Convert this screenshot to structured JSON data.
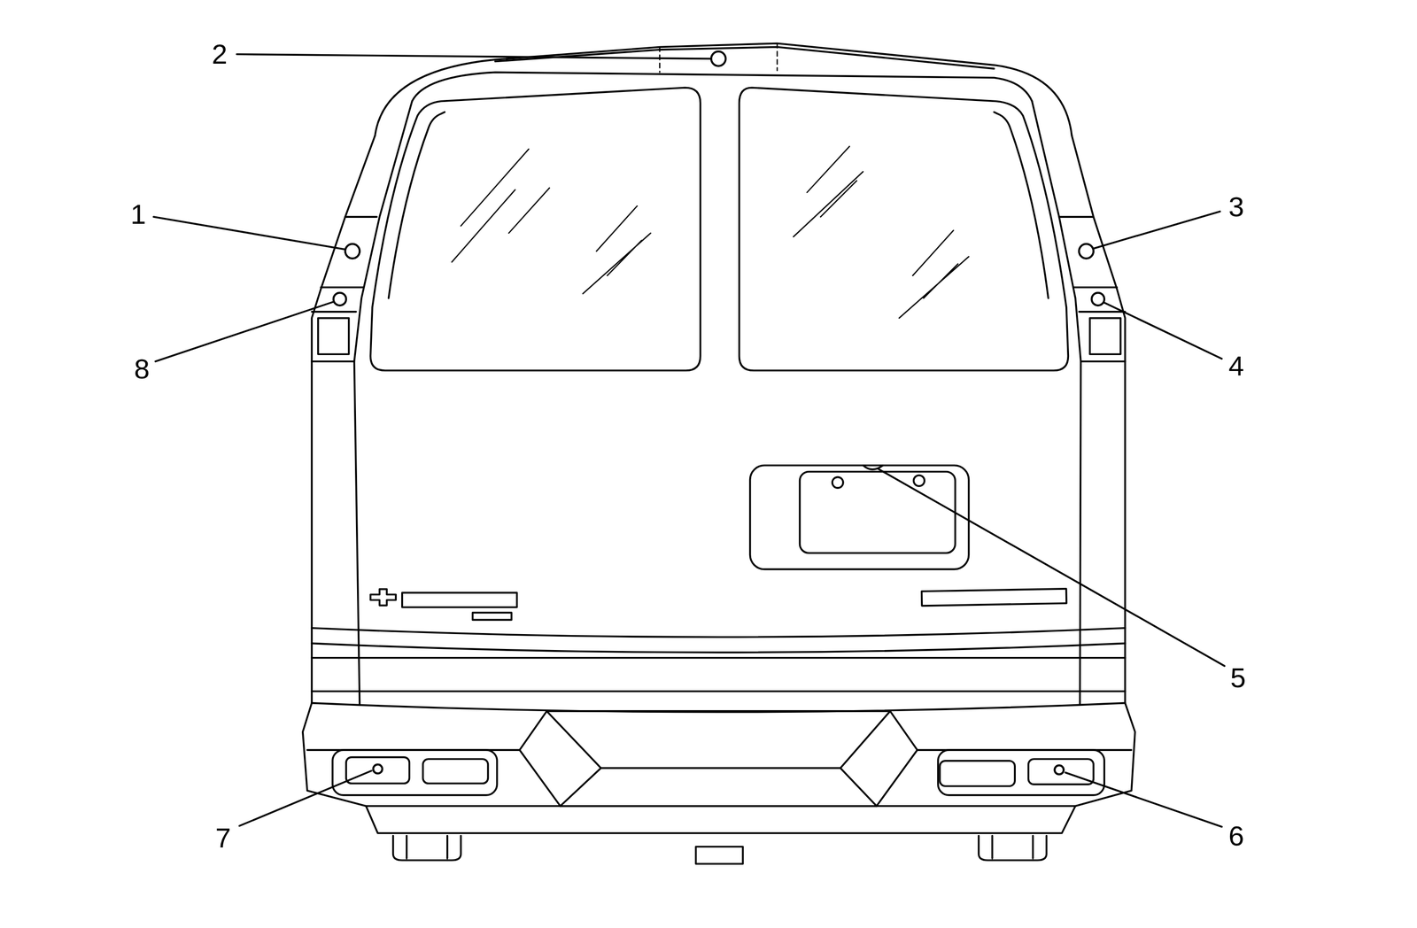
{
  "diagram": {
    "labels": [
      "2",
      "1",
      "3",
      "8",
      "4",
      "5",
      "7",
      "6"
    ]
  }
}
